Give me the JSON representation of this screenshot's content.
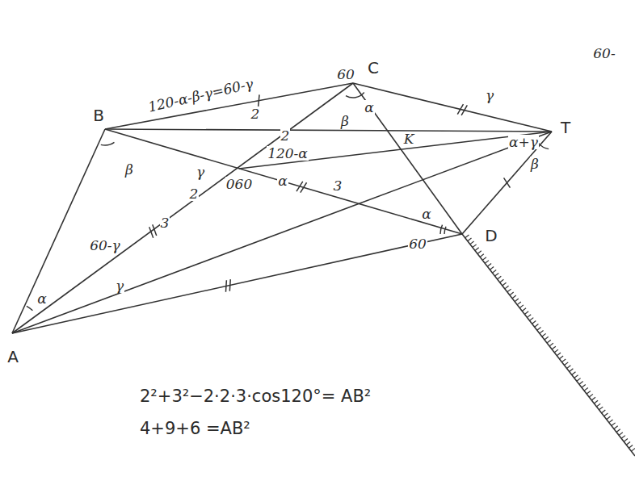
{
  "diagram": {
    "labels": [
      "120-α-β-γ=60-γ",
      "60-",
      "60",
      "C",
      "B",
      "2",
      "β",
      "α",
      "γ",
      "β",
      "γ",
      "2",
      "2",
      "120-α",
      "α",
      "060",
      "3",
      "3",
      "60-γ",
      "γ",
      "α",
      "A",
      "α",
      "60",
      "D",
      "K",
      "α+γ",
      "β",
      "T",
      "2²+3²−2·2·3·cos120°= AB²",
      "4+9+6 =AB²"
    ]
  }
}
